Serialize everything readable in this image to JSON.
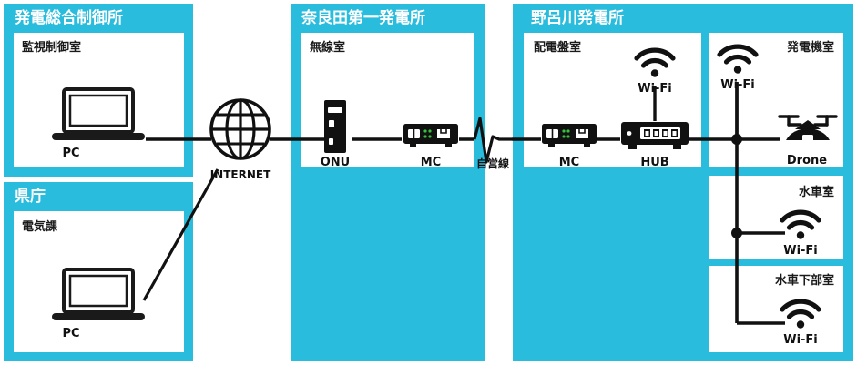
{
  "diagram": {
    "title_visible": false,
    "accent_color": "#29bcdd",
    "line_color": "#111111",
    "panels": [
      {
        "id": "power-control-center",
        "label": "発電総合制御所",
        "rooms": [
          {
            "id": "monitoring-control-room",
            "label": "監視制御室",
            "devices": [
              {
                "type": "laptop",
                "label": "PC"
              }
            ]
          }
        ]
      },
      {
        "id": "prefectural-office",
        "label": "県庁",
        "rooms": [
          {
            "id": "electrical-division",
            "label": "電気課",
            "devices": [
              {
                "type": "laptop",
                "label": "PC"
              }
            ]
          }
        ]
      },
      {
        "id": "narada-first-power-plant",
        "label": "奈良田第一発電所",
        "rooms": [
          {
            "id": "radio-room",
            "label": "無線室",
            "devices": [
              {
                "type": "onu",
                "label": "ONU"
              },
              {
                "type": "media-converter",
                "label": "MC"
              }
            ]
          }
        ]
      },
      {
        "id": "norogawa-power-plant",
        "label": "野呂川発電所",
        "rooms": [
          {
            "id": "switchboard-room",
            "label": "配電盤室",
            "devices": [
              {
                "type": "media-converter",
                "label": "MC"
              },
              {
                "type": "hub",
                "label": "HUB"
              },
              {
                "type": "wifi",
                "label": "Wi-Fi"
              }
            ]
          },
          {
            "id": "generator-room",
            "label": "発電機室",
            "devices": [
              {
                "type": "wifi",
                "label": "Wi-Fi"
              },
              {
                "type": "drone",
                "label": "Drone"
              }
            ]
          },
          {
            "id": "turbine-room",
            "label": "水車室",
            "devices": [
              {
                "type": "wifi",
                "label": "Wi-Fi"
              }
            ]
          },
          {
            "id": "turbine-lower-room",
            "label": "水車下部室",
            "devices": [
              {
                "type": "wifi",
                "label": "Wi-Fi"
              }
            ]
          }
        ]
      }
    ],
    "links": [
      {
        "id": "internet",
        "label": "INTERNET",
        "icon": "globe-icon"
      },
      {
        "id": "private-line",
        "label": "自営線",
        "icon": "zigzag-icon"
      }
    ]
  }
}
